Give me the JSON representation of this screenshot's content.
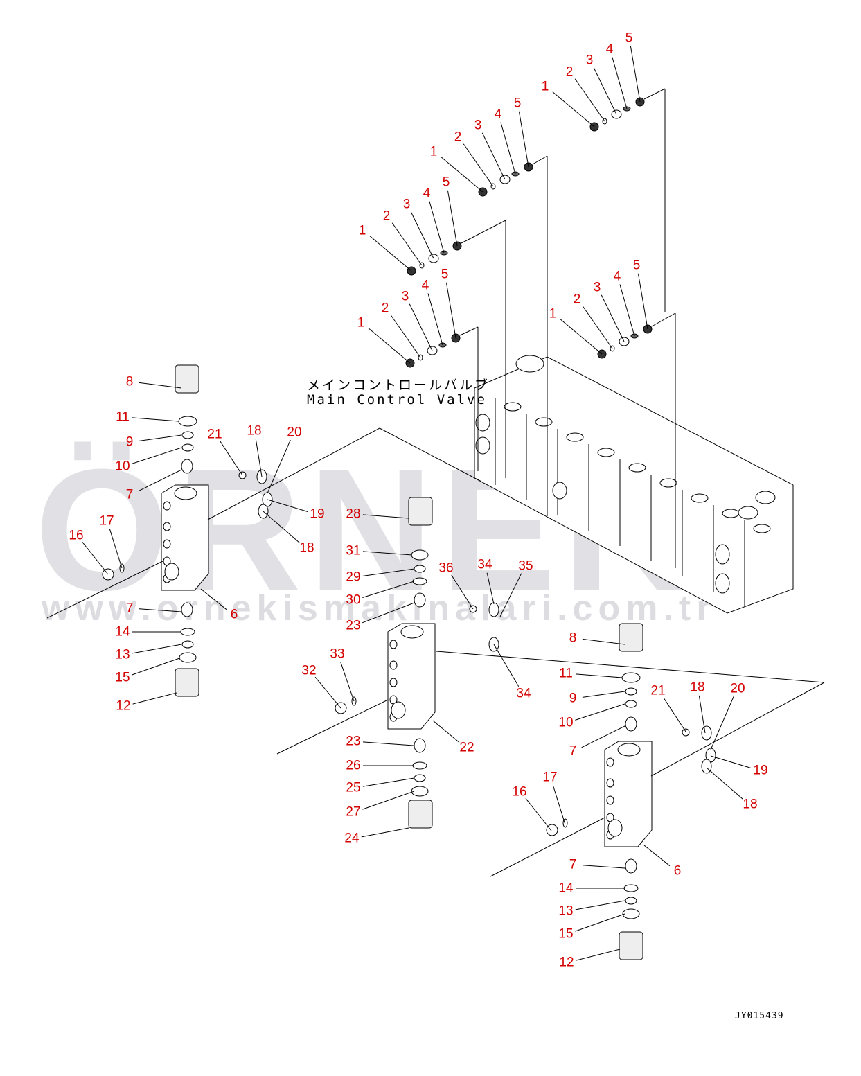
{
  "diagram": {
    "title_jp": "メインコントロールバルブ",
    "title_en": "Main Control Valve",
    "drawing_code": "JY015439",
    "callout_color": "#d40000",
    "watermark": {
      "logo": "ÖRNEK",
      "url": "www.ornekismakinalari.com.tr"
    },
    "callouts": [
      "1",
      "2",
      "3",
      "4",
      "5",
      "1",
      "2",
      "3",
      "4",
      "5",
      "1",
      "2",
      "3",
      "4",
      "5",
      "1",
      "2",
      "3",
      "4",
      "5",
      "1",
      "2",
      "3",
      "4",
      "5",
      "8",
      "11",
      "9",
      "10",
      "7",
      "21",
      "18",
      "20",
      "19",
      "18",
      "17",
      "16",
      "6",
      "7",
      "14",
      "13",
      "15",
      "12",
      "28",
      "31",
      "29",
      "30",
      "23",
      "36",
      "34",
      "35",
      "33",
      "32",
      "34",
      "22",
      "23",
      "26",
      "25",
      "27",
      "24",
      "8",
      "11",
      "9",
      "10",
      "7",
      "21",
      "18",
      "20",
      "19",
      "18",
      "17",
      "16",
      "6",
      "7",
      "14",
      "13",
      "15",
      "12"
    ]
  }
}
